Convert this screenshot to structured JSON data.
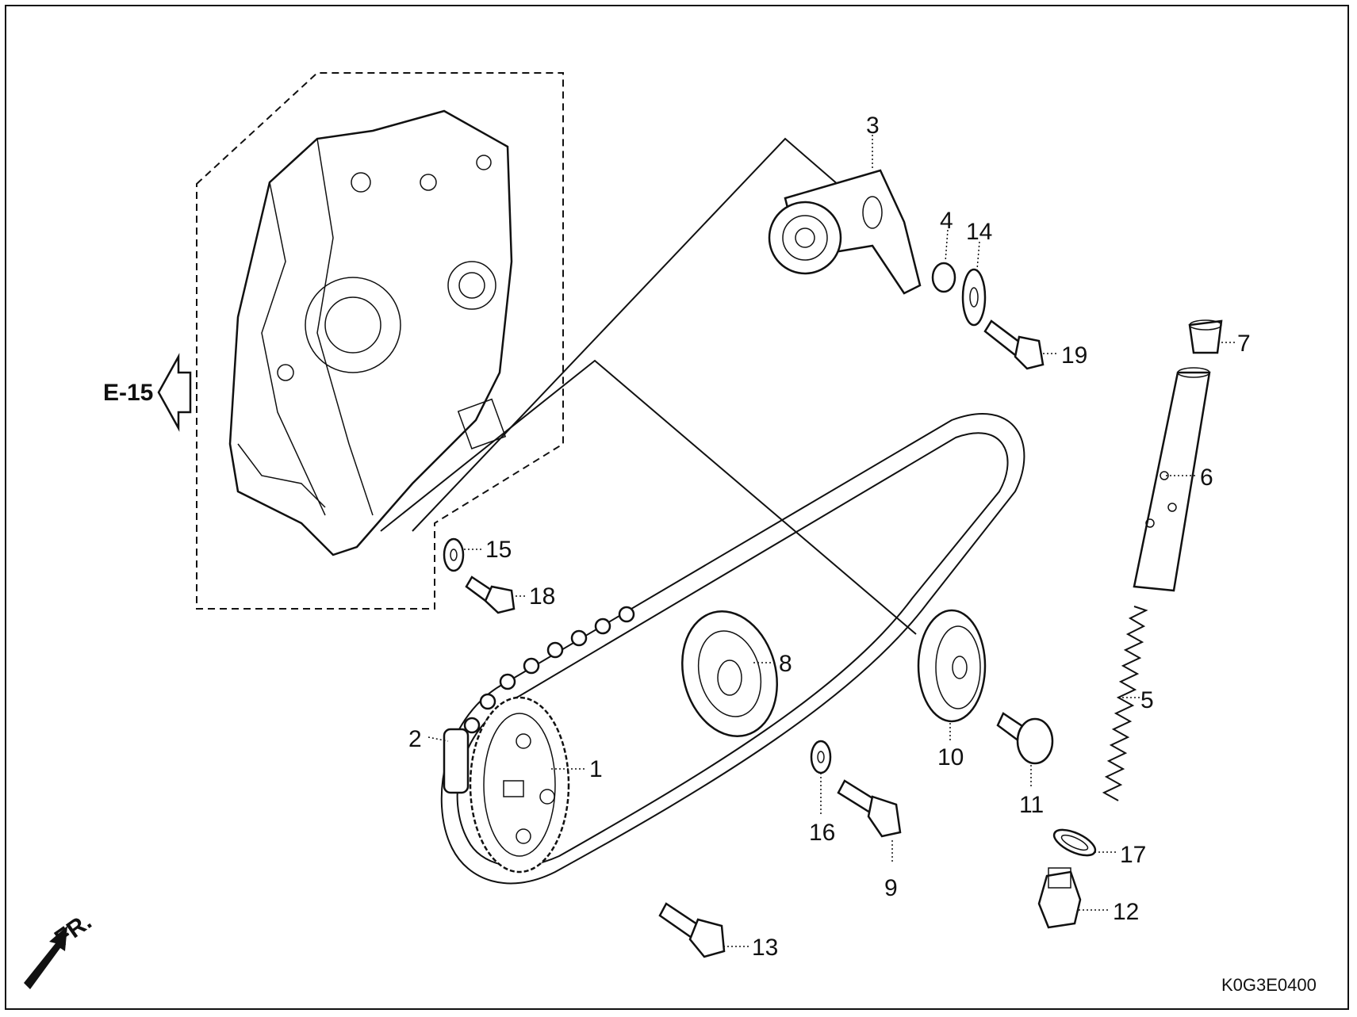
{
  "diagram": {
    "reference": "E-15",
    "direction_label": "FR.",
    "diagram_code": "K0G3E0400",
    "callouts": [
      {
        "id": "c1",
        "label": "1"
      },
      {
        "id": "c2",
        "label": "2"
      },
      {
        "id": "c3",
        "label": "3"
      },
      {
        "id": "c4",
        "label": "4"
      },
      {
        "id": "c5",
        "label": "5"
      },
      {
        "id": "c6",
        "label": "6"
      },
      {
        "id": "c7",
        "label": "7"
      },
      {
        "id": "c8",
        "label": "8"
      },
      {
        "id": "c9",
        "label": "9"
      },
      {
        "id": "c10",
        "label": "10"
      },
      {
        "id": "c11",
        "label": "11"
      },
      {
        "id": "c12",
        "label": "12"
      },
      {
        "id": "c13",
        "label": "13"
      },
      {
        "id": "c14",
        "label": "14"
      },
      {
        "id": "c15",
        "label": "15"
      },
      {
        "id": "c16",
        "label": "16"
      },
      {
        "id": "c17",
        "label": "17"
      },
      {
        "id": "c18",
        "label": "18"
      },
      {
        "id": "c19",
        "label": "19"
      }
    ],
    "icons": [
      "arrow-left-outline-icon",
      "fr-arrow-icon"
    ]
  }
}
